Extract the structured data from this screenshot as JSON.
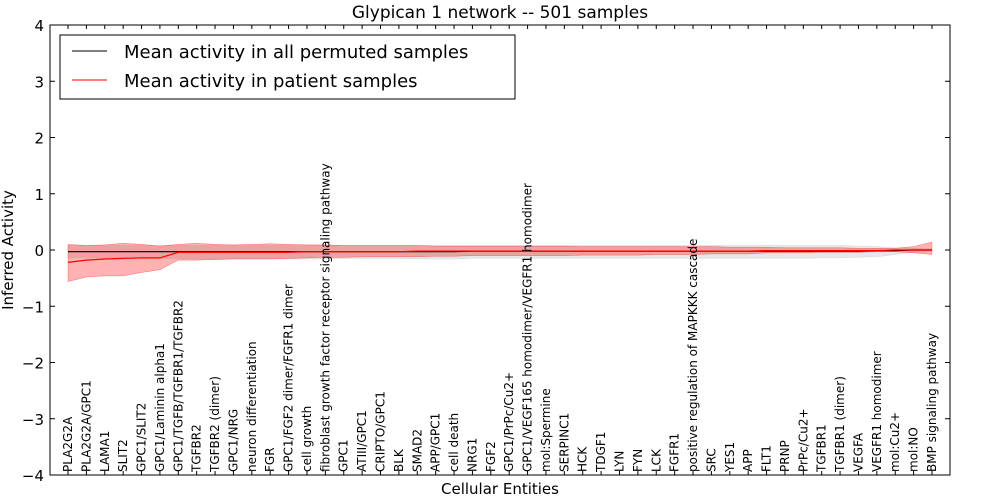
{
  "chart_data": {
    "type": "line",
    "title": "Glypican 1 network -- 501 samples",
    "xlabel": "Cellular Entities",
    "ylabel": "Inferred Activity",
    "ylim": [
      -4,
      4
    ],
    "yticks": [
      "4",
      "3",
      "2",
      "1",
      "0",
      "−1",
      "−2",
      "−3",
      "−4"
    ],
    "ytick_values": [
      4,
      3,
      2,
      1,
      0,
      -1,
      -2,
      -3,
      -4
    ],
    "grid": false,
    "legend_position": "upper-left",
    "categories": [
      "PLA2G2A",
      "PLA2G2A/GPC1",
      "LAMA1",
      "SLIT2",
      "GPC1/SLIT2",
      "GPC1/Laminin alpha1",
      "GPC1/TGFB/TGFBR1/TGFBR2",
      "TGFBR2",
      "TGFBR2 (dimer)",
      "GPC1/NRG",
      "neuron differentiation",
      "FGR",
      "GPC1/FGF2 dimer/FGFR1 dimer",
      "cell growth",
      "fibroblast growth factor receptor signaling pathway",
      "GPC1",
      "ATIII/GPC1",
      "CRIPTO/GPC1",
      "BLK",
      "SMAD2",
      "APP/GPC1",
      "cell death",
      "NRG1",
      "FGF2",
      "GPC1/PrPc/Cu2+",
      "GPC1/VEGF165 homodimer/VEGFR1 homodimer",
      "mol:Spermine",
      "SERPINC1",
      "HCK",
      "TDGF1",
      "LYN",
      "FYN",
      "LCK",
      "FGFR1",
      "positive regulation of MAPKKK cascade",
      "SRC",
      "YES1",
      "APP",
      "FLT1",
      "PRNP",
      "PrPc/Cu2+",
      "TGFBR1",
      "TGFBR1 (dimer)",
      "VEGFA",
      "VEGFR1 homodimer",
      "mol:Cu2+",
      "mol:NO",
      "BMP signaling pathway"
    ],
    "series": [
      {
        "name": "Mean activity in all permuted samples",
        "color": "#000000",
        "band_color": "#bbbbbb",
        "values": [
          -0.03,
          -0.03,
          -0.03,
          -0.03,
          -0.03,
          -0.03,
          -0.03,
          -0.03,
          -0.03,
          -0.03,
          -0.03,
          -0.03,
          -0.03,
          -0.03,
          -0.03,
          -0.03,
          -0.03,
          -0.03,
          -0.03,
          -0.03,
          -0.03,
          -0.03,
          -0.02,
          -0.02,
          -0.02,
          -0.02,
          -0.02,
          -0.02,
          -0.02,
          -0.02,
          -0.02,
          -0.02,
          -0.02,
          -0.02,
          -0.02,
          -0.02,
          -0.02,
          -0.02,
          -0.02,
          -0.02,
          -0.02,
          -0.02,
          -0.02,
          -0.02,
          -0.01,
          -0.01,
          0.0,
          0.0
        ],
        "lower": [
          -0.14,
          -0.13,
          -0.14,
          -0.14,
          -0.15,
          -0.15,
          -0.15,
          -0.16,
          -0.16,
          -0.16,
          -0.16,
          -0.16,
          -0.16,
          -0.16,
          -0.16,
          -0.15,
          -0.15,
          -0.15,
          -0.15,
          -0.16,
          -0.16,
          -0.16,
          -0.15,
          -0.15,
          -0.15,
          -0.15,
          -0.15,
          -0.15,
          -0.15,
          -0.15,
          -0.15,
          -0.15,
          -0.15,
          -0.15,
          -0.15,
          -0.15,
          -0.15,
          -0.15,
          -0.15,
          -0.15,
          -0.15,
          -0.14,
          -0.14,
          -0.13,
          -0.12,
          -0.08,
          -0.04,
          -0.02
        ],
        "upper": [
          0.08,
          0.08,
          0.08,
          0.08,
          0.08,
          0.08,
          0.08,
          0.08,
          0.08,
          0.08,
          0.08,
          0.08,
          0.08,
          0.08,
          0.08,
          0.08,
          0.08,
          0.08,
          0.08,
          0.08,
          0.08,
          0.08,
          0.08,
          0.08,
          0.08,
          0.08,
          0.08,
          0.08,
          0.08,
          0.08,
          0.08,
          0.08,
          0.08,
          0.08,
          0.08,
          0.08,
          0.08,
          0.08,
          0.08,
          0.08,
          0.08,
          0.08,
          0.08,
          0.07,
          0.06,
          0.04,
          0.03,
          0.02
        ]
      },
      {
        "name": "Mean activity in patient samples",
        "color": "#ff0000",
        "band_color": "#ff0000",
        "values": [
          -0.22,
          -0.18,
          -0.16,
          -0.15,
          -0.14,
          -0.14,
          -0.04,
          -0.04,
          -0.04,
          -0.04,
          -0.04,
          -0.04,
          -0.04,
          -0.03,
          -0.03,
          -0.03,
          -0.03,
          -0.03,
          -0.03,
          -0.02,
          -0.02,
          -0.02,
          -0.02,
          -0.02,
          -0.02,
          -0.02,
          -0.02,
          -0.02,
          -0.02,
          -0.02,
          -0.02,
          -0.02,
          -0.02,
          -0.02,
          -0.02,
          -0.02,
          -0.02,
          -0.02,
          -0.01,
          -0.01,
          -0.01,
          -0.01,
          -0.01,
          -0.01,
          -0.01,
          0.0,
          0.0,
          0.0
        ],
        "lower": [
          -0.56,
          -0.48,
          -0.46,
          -0.46,
          -0.4,
          -0.35,
          -0.18,
          -0.18,
          -0.17,
          -0.16,
          -0.16,
          -0.16,
          -0.15,
          -0.14,
          -0.13,
          -0.13,
          -0.12,
          -0.12,
          -0.12,
          -0.12,
          -0.11,
          -0.11,
          -0.1,
          -0.1,
          -0.1,
          -0.1,
          -0.1,
          -0.1,
          -0.09,
          -0.09,
          -0.09,
          -0.09,
          -0.08,
          -0.08,
          -0.08,
          -0.07,
          -0.07,
          -0.07,
          -0.05,
          -0.05,
          -0.05,
          -0.04,
          -0.04,
          -0.04,
          -0.03,
          -0.03,
          -0.05,
          -0.08
        ],
        "upper": [
          0.1,
          0.08,
          0.09,
          0.12,
          0.1,
          0.07,
          0.1,
          0.12,
          0.1,
          0.09,
          0.1,
          0.11,
          0.1,
          0.09,
          0.09,
          0.08,
          0.08,
          0.08,
          0.08,
          0.08,
          0.07,
          0.07,
          0.07,
          0.07,
          0.07,
          0.07,
          0.07,
          0.07,
          0.06,
          0.06,
          0.06,
          0.06,
          0.06,
          0.06,
          0.06,
          0.06,
          0.05,
          0.05,
          0.05,
          0.04,
          0.04,
          0.04,
          0.04,
          0.03,
          0.03,
          0.03,
          0.06,
          0.14
        ]
      }
    ]
  }
}
